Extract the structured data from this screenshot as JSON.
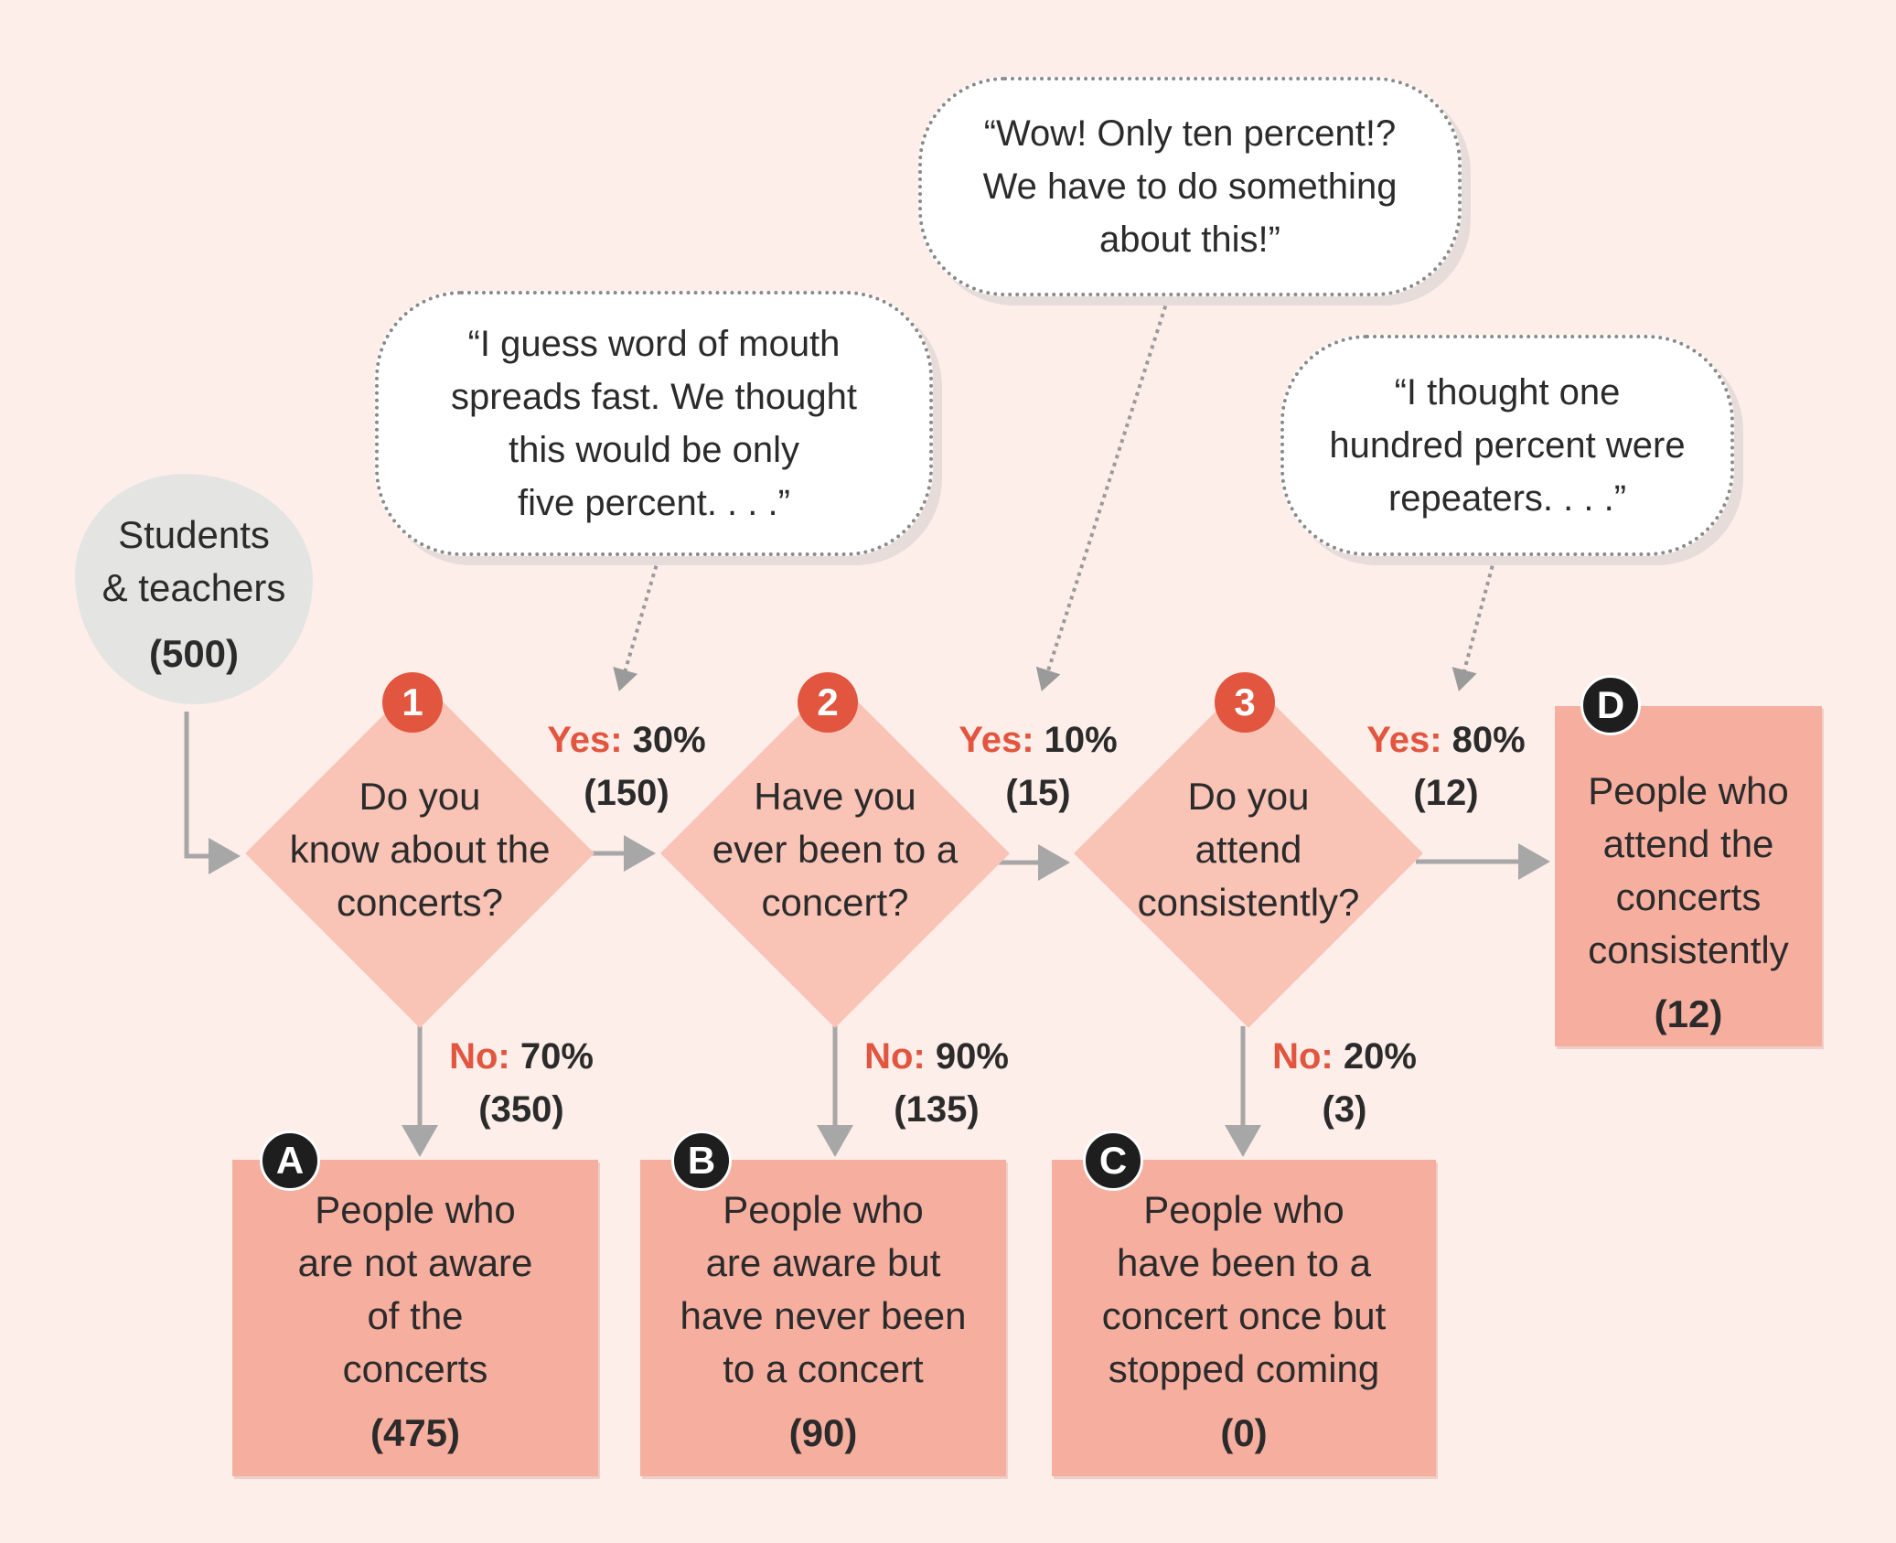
{
  "start": {
    "label_line1": "Students",
    "label_line2": "& teachers",
    "count": "(500)"
  },
  "questions": [
    {
      "number": "1",
      "line1": "Do you",
      "line2": "know about the",
      "line3": "concerts?"
    },
    {
      "number": "2",
      "line1": "Have you",
      "line2": "ever been to a",
      "line3": "concert?"
    },
    {
      "number": "3",
      "line1": "Do you",
      "line2": "attend",
      "line3": "consistently?"
    }
  ],
  "yes_branches": [
    {
      "keyword": "Yes:",
      "percent": "30%",
      "count": "(150)"
    },
    {
      "keyword": "Yes:",
      "percent": "10%",
      "count": "(15)"
    },
    {
      "keyword": "Yes:",
      "percent": "80%",
      "count": "(12)"
    }
  ],
  "no_branches": [
    {
      "keyword": "No:",
      "percent": "70%",
      "count": "(350)"
    },
    {
      "keyword": "No:",
      "percent": "90%",
      "count": "(135)"
    },
    {
      "keyword": "No:",
      "percent": "20%",
      "count": "(3)"
    }
  ],
  "outcomes": [
    {
      "letter": "A",
      "lines": [
        "People who",
        "are not aware",
        "of the",
        "concerts"
      ],
      "count": "(475)"
    },
    {
      "letter": "B",
      "lines": [
        "People who",
        "are aware but",
        "have never been",
        "to a concert"
      ],
      "count": "(90)"
    },
    {
      "letter": "C",
      "lines": [
        "People who",
        "have been to a",
        "concert once but",
        "stopped coming"
      ],
      "count": "(0)"
    },
    {
      "letter": "D",
      "lines": [
        "People who",
        "attend the",
        "concerts",
        "consistently"
      ],
      "count": "(12)"
    }
  ],
  "quotes": [
    {
      "lines": [
        "“I guess word of mouth",
        "spreads fast. We thought",
        "this would be only",
        "five percent. . . .”"
      ]
    },
    {
      "lines": [
        "“Wow! Only ten percent!?",
        "We have to do something",
        "about this!”"
      ]
    },
    {
      "lines": [
        "“I thought one",
        "hundred percent were",
        "repeaters. . . .”"
      ]
    }
  ],
  "colors": {
    "background": "#fdeeea",
    "diamond": "#f9c3b6",
    "outcome_box": "#f6ae9f",
    "accent_red": "#e2553f",
    "arrow_gray": "#a7a7a7",
    "start_gray": "#e4e5e3"
  }
}
